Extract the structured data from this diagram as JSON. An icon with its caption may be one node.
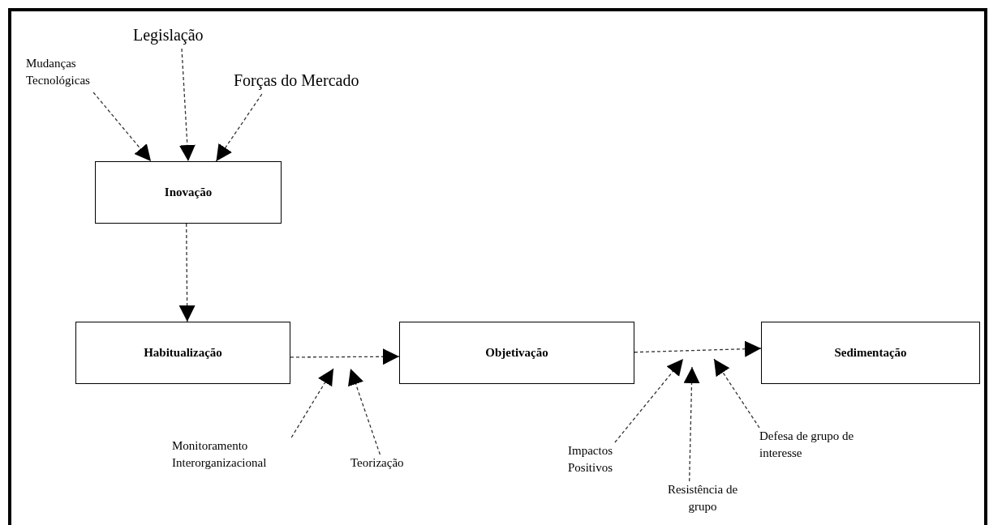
{
  "diagram": {
    "nodes": [
      {
        "text": [
          "Mudanças Tecnológicas"
        ]
      },
      {
        "text": [
          "Legislação"
        ]
      },
      {
        "text": [
          "Forças do Mercado"
        ]
      },
      {
        "text": [
          "Inovação"
        ]
      },
      {
        "text": [
          "Habitualização"
        ]
      },
      {
        "text": [
          "Objetivação"
        ]
      },
      {
        "text": [
          "Sedimentação"
        ]
      },
      {
        "text": [
          "Monitoramento Interorganizacional"
        ]
      },
      {
        "text": [
          "Teorização"
        ]
      },
      {
        "text": [
          "Impactos Positivos"
        ]
      },
      {
        "text": [
          "Resistência de grupo"
        ]
      },
      {
        "text": [
          "Defesa de grupo de interesse"
        ]
      }
    ],
    "edges": [
      {
        "from": 0,
        "to": 3,
        "arrow": "to",
        "style": "dashed"
      },
      {
        "from": 1,
        "to": 3,
        "arrow": "to",
        "style": "dashed"
      },
      {
        "from": 2,
        "to": 3,
        "arrow": "to",
        "style": "dashed"
      },
      {
        "from": 3,
        "to": 4,
        "arrow": "to",
        "style": "dashed"
      },
      {
        "from": 4,
        "to": 5,
        "arrow": "to",
        "style": "dashed"
      },
      {
        "from": 5,
        "to": 6,
        "arrow": "to",
        "style": "dashed"
      },
      {
        "from": 7,
        "to": null,
        "arrow": "to",
        "style": "dashed"
      },
      {
        "from": 8,
        "to": null,
        "arrow": "to",
        "style": "dashed"
      },
      {
        "from": 9,
        "to": null,
        "arrow": "to",
        "style": "dashed"
      },
      {
        "from": 10,
        "to": null,
        "arrow": "to",
        "style": "dashed"
      },
      {
        "from": 11,
        "to": null,
        "arrow": "to",
        "style": "dashed"
      }
    ]
  }
}
